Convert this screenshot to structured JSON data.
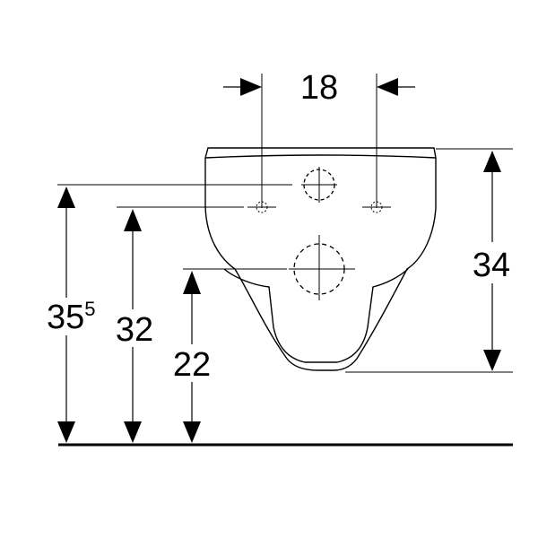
{
  "colors": {
    "line": "#000000",
    "background": "#ffffff"
  },
  "dimensions": {
    "hole_spacing": {
      "value": "18"
    },
    "bowl_height": {
      "value": "34"
    },
    "fixing_height": {
      "value": "35",
      "superscript": "5"
    },
    "bolt_height": {
      "value": "32"
    },
    "outlet_height": {
      "value": "22"
    }
  }
}
